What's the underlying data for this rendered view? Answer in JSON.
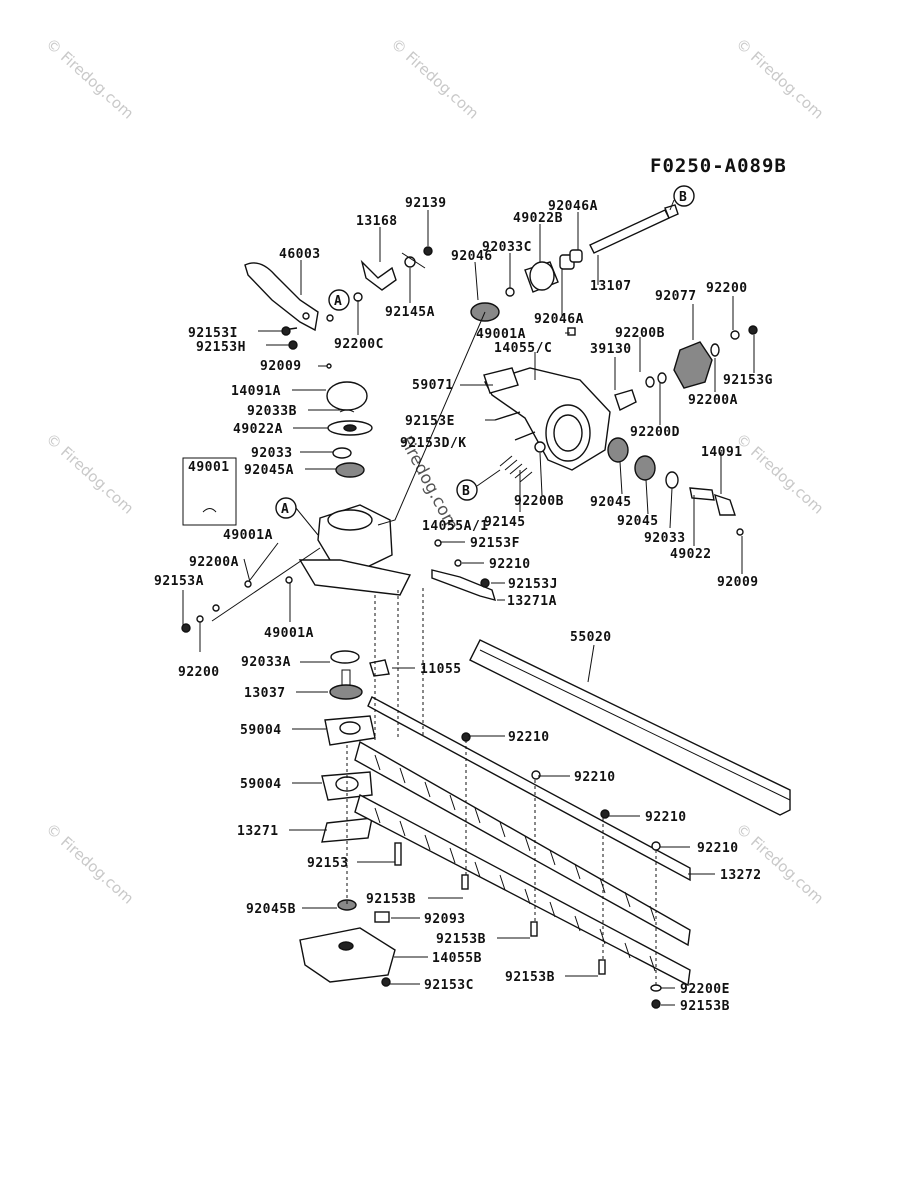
{
  "diagram_code": "F0250-A089B",
  "watermark": "© Firedog.com",
  "center_watermark": "Firedog.com",
  "callouts": {
    "a": "A",
    "b": "B"
  },
  "box_label": "49001",
  "labels": [
    "46003",
    "13168",
    "92139",
    "92153I",
    "92153H",
    "92200C",
    "92145A",
    "92009",
    "14091A",
    "92033B",
    "49022A",
    "92033",
    "92045A",
    "92046",
    "92033C",
    "49022B",
    "92046A",
    "13107",
    "92046A",
    "49001A",
    "14055/C",
    "59071",
    "92153E",
    "92153D/K",
    "92145",
    "92200B",
    "39130",
    "92200B",
    "92077",
    "92200",
    "92153G",
    "92200A",
    "92200D",
    "14091",
    "92045",
    "92045",
    "92033",
    "49022",
    "92009",
    "14055A/1",
    "92153F",
    "92210",
    "92153J",
    "13271A",
    "49001A",
    "92200A",
    "92153A",
    "49001A",
    "92200",
    "92033A",
    "11055",
    "13037",
    "59004",
    "59004",
    "13271",
    "92153",
    "92045B",
    "92153B",
    "92093",
    "14055B",
    "92153C",
    "55020",
    "92210",
    "92210",
    "92210",
    "92210",
    "13272",
    "92153B",
    "92153B",
    "92200E",
    "92153B"
  ]
}
